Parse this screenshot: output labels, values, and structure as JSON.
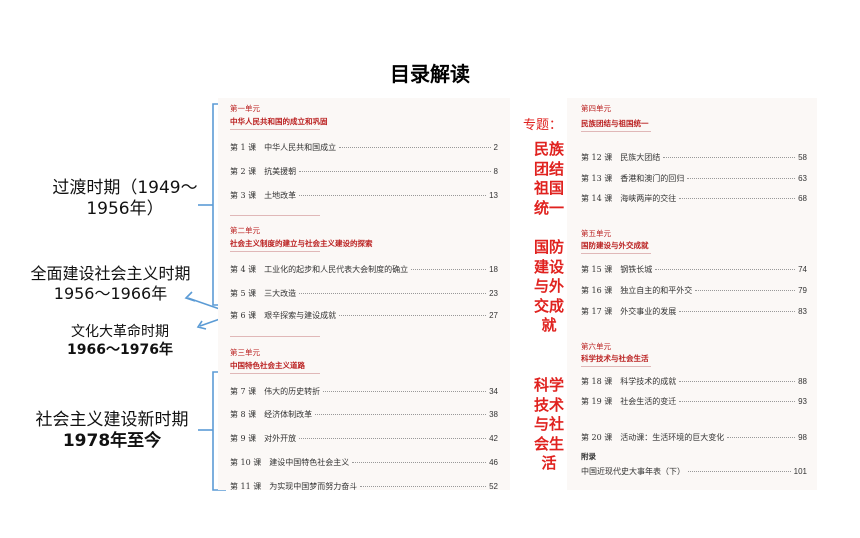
{
  "title": "目录解读",
  "eras": [
    {
      "line1": "过渡时期（1949～",
      "line2": "1956年）"
    },
    {
      "line1": "全面建设社会主义时期",
      "line2": "1956～1966年"
    },
    {
      "line1": "文化大革命时期",
      "line2": "1966～1976年"
    },
    {
      "line1": "社会主义建设新时期",
      "line2": "1978年至今"
    }
  ],
  "topic_label": "专题：",
  "topics": [
    [
      "民",
      "族",
      "团",
      "结",
      "祖",
      "国",
      "统",
      "一"
    ],
    [
      "国",
      "防",
      "建",
      "设",
      "与",
      "外",
      "交",
      "成",
      "就"
    ],
    [
      "科",
      "学",
      "技",
      "术",
      "与",
      "社",
      "会",
      "生",
      "活"
    ]
  ],
  "units_left": [
    {
      "num": "第一单元",
      "name": "中华人民共和国的成立和巩固",
      "lessons": [
        {
          "label": "第 1 课　中华人民共和国成立",
          "page": "2"
        },
        {
          "label": "第 2 课　抗美援朝",
          "page": "8"
        },
        {
          "label": "第 3 课　土地改革",
          "page": "13"
        }
      ]
    },
    {
      "num": "第二单元",
      "name": "社会主义制度的建立与社会主义建设的探索",
      "lessons": [
        {
          "label": "第 4 课　工业化的起步和人民代表大会制度的确立",
          "page": "18"
        },
        {
          "label": "第 5 课　三大改造",
          "page": "23"
        },
        {
          "label": "第 6 课　艰辛探索与建设成就",
          "page": "27"
        }
      ]
    },
    {
      "num": "第三单元",
      "name": "中国特色社会主义道路",
      "lessons": [
        {
          "label": "第 7 课　伟大的历史转折",
          "page": "34"
        },
        {
          "label": "第 8 课　经济体制改革",
          "page": "38"
        },
        {
          "label": "第 9 课　对外开放",
          "page": "42"
        },
        {
          "label": "第 10 课　建设中国特色社会主义",
          "page": "46"
        },
        {
          "label": "第 11 课　为实现中国梦而努力奋斗",
          "page": "52"
        }
      ]
    }
  ],
  "units_right": [
    {
      "num": "第四单元",
      "name": "民族团结与祖国统一",
      "lessons": [
        {
          "label": "第 12 课　民族大团结",
          "page": "58"
        },
        {
          "label": "第 13 课　香港和澳门的回归",
          "page": "63"
        },
        {
          "label": "第 14 课　海峡两岸的交往",
          "page": "68"
        }
      ]
    },
    {
      "num": "第五单元",
      "name": "国防建设与外交成就",
      "lessons": [
        {
          "label": "第 15 课　钢铁长城",
          "page": "74"
        },
        {
          "label": "第 16 课　独立自主的和平外交",
          "page": "79"
        },
        {
          "label": "第 17 课　外交事业的发展",
          "page": "83"
        }
      ]
    },
    {
      "num": "第六单元",
      "name": "科学技术与社会生活",
      "lessons": [
        {
          "label": "第 18 课　科学技术的成就",
          "page": "88"
        },
        {
          "label": "第 19 课　社会生活的变迁",
          "page": "93"
        },
        {
          "label": "第 20 课　活动课：生活环境的巨大变化",
          "page": "98"
        }
      ]
    }
  ],
  "appendix": {
    "head": "附录",
    "label": "中国近现代史大事年表（下）",
    "page": "101"
  },
  "colors": {
    "annotation_blue": "#5b9bd5",
    "topic_red": "#e0221f",
    "unit_red": "#b22222"
  }
}
